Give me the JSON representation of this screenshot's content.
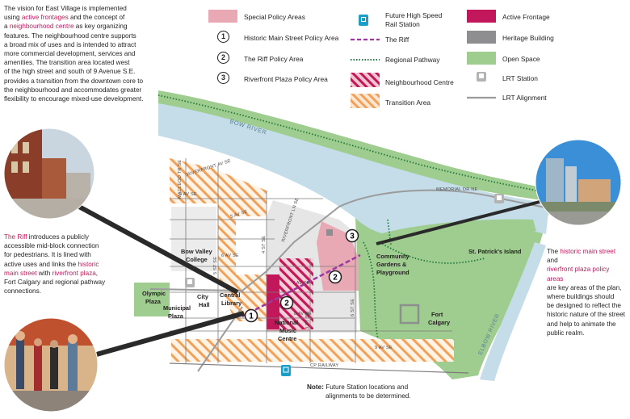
{
  "intro": {
    "p1": "The vision for East Village is implemented",
    "p2a": "using ",
    "p2b": "active frontages",
    "p2c": " and the concept of",
    "p3a": "a ",
    "p3b": "neighbourhood centre",
    "p3c": " as key organizing",
    "p4": "features. The neighbourhood centre supports",
    "p5": "a broad mix of uses and is intended to attract",
    "p6": "more commercial development, services and",
    "p7": "amenities. The transition area located west",
    "p8": "of the high street and south of 9 Avenue S.E.",
    "p9": "provides a transition from the downtown core to",
    "p10": "the neighbourhood and accommodates greater",
    "p11": "flexibility to encourage mixed-use development."
  },
  "riff_note": {
    "l1a": "The Riff",
    "l1b": " introduces a publicly",
    "l2": "accessible mid-block connection",
    "l3": "for pedestrians. It is lined with",
    "l4a": "active uses and links the ",
    "l4b": "historic",
    "l5a": "main street",
    "l5b": " with ",
    "l5c": "riverfront plaza",
    "l6": "Fort Calgary and regional pathway",
    "l7": "connections."
  },
  "main_street_note": {
    "l1a": "The ",
    "l1b": "historic main street",
    "l1c": " and",
    "l2": "riverfront plaza policy areas",
    "l3": "are key areas of the plan,",
    "l4": "where buildings should",
    "l5": "be designed to reflect the",
    "l6": "historic nature of the street",
    "l7": "and help to animate the",
    "l8": "public realm."
  },
  "legend": {
    "special_policy": "Special Policy Areas",
    "policy1": "Historic Main Street Policy Area",
    "policy2": "The Riff Policy Area",
    "policy3": "Riverfront Plaza Policy Area",
    "num1": "1",
    "num2": "2",
    "num3": "3",
    "future_station_1": "Future High Speed",
    "future_station_2": "Rail Station",
    "riff": "The Riff",
    "regional_pathway": "Regional Pathway",
    "neighbourhood_centre": "Neighbourhood Centre",
    "transition_area": "Transition Area",
    "active_frontage": "Active Frontage",
    "heritage_building": "Heritage Building",
    "open_space": "Open Space",
    "lrt_station": "LRT Station",
    "lrt_alignment": "LRT Alignment"
  },
  "map_labels": {
    "bow_river": "BOW RIVER",
    "elbow_river": "ELBOW RIVER",
    "riverfront_ave": "RIVERFRONT AV SE",
    "macleod": "MACLEOD TR SE",
    "ave4": "4 AV SE",
    "ave5": "5 AV SE",
    "ave6": "6 AV SE",
    "ave7": "7 AV SE",
    "ave8": "8 AV SE",
    "ave9": "9 AV SE",
    "st4": "4 ST SE",
    "st3": "3 ST SE",
    "st5": "5 ST SE",
    "st6": "6 ST SE",
    "riverfront_ln": "RIVERFRONT LN SE",
    "memorial": "MEMORIAL DR NE",
    "cp_railway": "CP RAILWAY",
    "bow_valley_1": "Bow Valley",
    "bow_valley_2": "College",
    "olympic_1": "Olympic",
    "olympic_2": "Plaza",
    "municipal_1": "Municipal",
    "municipal_2": "Plaza",
    "city_hall_1": "City",
    "city_hall_2": "Hall",
    "central_library_1": "Central",
    "central_library_2": "Library",
    "nmc_1": "National",
    "nmc_2": "Music",
    "nmc_3": "Centre",
    "cgp_1": "Community",
    "cgp_2": "Gardens &",
    "cgp_3": "Playground",
    "st_patricks": "St. Patrick's Island",
    "fort_calgary_1": "Fort",
    "fort_calgary_2": "Calgary"
  },
  "note": {
    "l1a": "Note:",
    "l1b": " Future Station locations and",
    "l2": "alignments to be determined."
  },
  "colors": {
    "special_policy": "#e8a9b4",
    "active_frontage": "#c2185b",
    "heritage": "#8e8d8f",
    "open_space": "#9fcd8f",
    "river": "#c4dde8",
    "transition": "#f2a15a",
    "riff": "#9a3a9e",
    "pathway": "#1f7a3a",
    "highlight_text": "#c2185b"
  },
  "icons": {
    "photo_left_top": "street-photo-icon",
    "photo_left_bottom": "crowd-photo-icon",
    "photo_right": "riverfront-photo-icon",
    "station": "rail-station-icon",
    "lrt": "lrt-station-icon"
  }
}
